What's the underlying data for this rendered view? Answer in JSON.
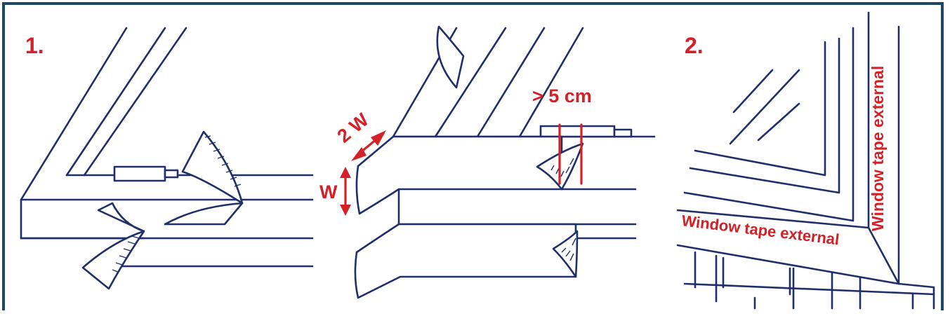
{
  "steps": {
    "step1": "1.",
    "step2": "2."
  },
  "dimensions": {
    "width_label": "W",
    "double_width_label": "2 W",
    "overlap_label": "> 5 cm"
  },
  "labels": {
    "tape_bottom": "Window tape external",
    "tape_side": "Window tape external"
  },
  "colors": {
    "line": "#1f2f6a",
    "accent": "#d42027",
    "border": "#1e4763"
  }
}
